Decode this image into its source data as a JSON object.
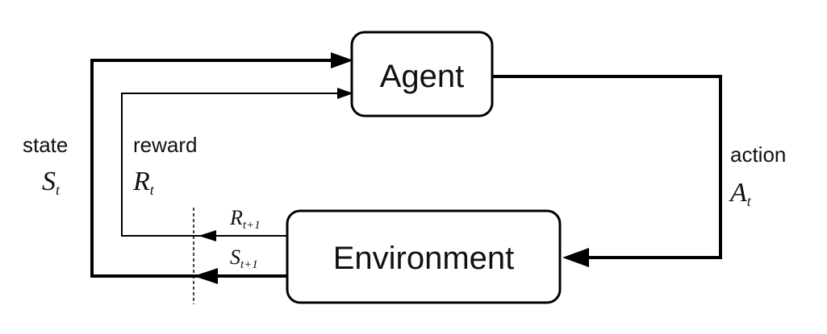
{
  "nodes": {
    "agent": {
      "label": "Agent"
    },
    "environment": {
      "label": "Environment"
    }
  },
  "signals": {
    "state": {
      "word": "state",
      "symbol": "S",
      "subscript": "t"
    },
    "reward": {
      "word": "reward",
      "symbol": "R",
      "subscript": "t"
    },
    "action": {
      "word": "action",
      "symbol": "A",
      "subscript": "t"
    },
    "next_reward": {
      "symbol": "R",
      "subscript": "t+1"
    },
    "next_state": {
      "symbol": "S",
      "subscript": "t+1"
    }
  }
}
